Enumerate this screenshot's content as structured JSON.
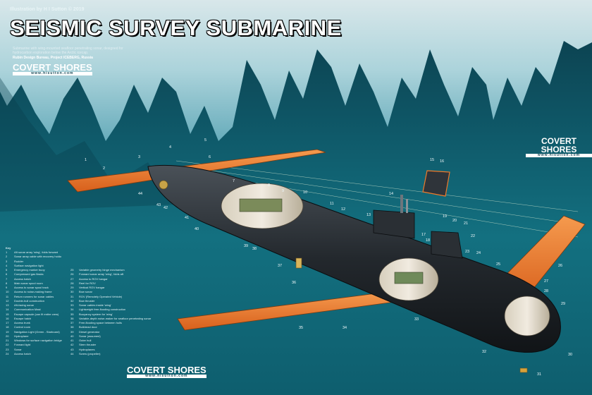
{
  "credit": "Illustration by H I Sutton © 2019",
  "title": "SEISMIC SURVEY SUBMARINE",
  "subtitle": "Submarine with wing-mounted seafloor penetrating sonar, designed for hydrocarbon exploration below the Arctic icecap.",
  "designer": "Rubin Design Bureau, Project ICEBERG, Russia",
  "logo": {
    "name": "COVERT SHORES",
    "url": "www.hisutton.com"
  },
  "key_heading": "Key",
  "key_col1": [
    {
      "n": "1",
      "t": "Aft sonar array 'wing', folds forward"
    },
    {
      "n": "2",
      "t": "Sonar array cable with recovery holdo"
    },
    {
      "n": "3",
      "t": "Rudder"
    },
    {
      "n": "4",
      "t": "Surface navigation light"
    },
    {
      "n": "5",
      "t": "Emergency marker buoy"
    },
    {
      "n": "6",
      "t": "Compressed gas flasks"
    },
    {
      "n": "7",
      "t": "Access hatch"
    },
    {
      "n": "8",
      "t": "Main sonar spool room"
    },
    {
      "n": "9",
      "t": "Access to sonar spool track"
    },
    {
      "n": "10",
      "t": "Access to noise-making frame"
    },
    {
      "n": "11",
      "t": "Return runners for sonar cables"
    },
    {
      "n": "12",
      "t": "Double-hull construction"
    },
    {
      "n": "13",
      "t": "Aft-facing sonar"
    },
    {
      "n": "14",
      "t": "Communication Mast"
    },
    {
      "n": "15",
      "t": "Escape capsule (can fit entire crew)"
    },
    {
      "n": "16",
      "t": "Escape hatch"
    },
    {
      "n": "17",
      "t": "Access trunk"
    },
    {
      "n": "18",
      "t": "Control room"
    },
    {
      "n": "19",
      "t": "Navigation Light (Green - Starboard)"
    },
    {
      "n": "20",
      "t": "Hydroplane"
    },
    {
      "n": "21",
      "t": "Windows for surface navigation bridge"
    },
    {
      "n": "22",
      "t": "Forward light"
    },
    {
      "n": "23",
      "t": "Sonar"
    },
    {
      "n": "24",
      "t": "Access hatch"
    }
  ],
  "key_col2": [
    {
      "n": "25",
      "t": "Variable geometry hinge mechanism"
    },
    {
      "n": "26",
      "t": "Forward sonar array 'wing', folds aft"
    },
    {
      "n": "27",
      "t": "Access to ROV hangar"
    },
    {
      "n": "28",
      "t": "Reel for ROV"
    },
    {
      "n": "29",
      "t": "Vertical ROV hangar"
    },
    {
      "n": "30",
      "t": "Bow sonar"
    },
    {
      "n": "31",
      "t": "ROV (Remotely Operated Vehicle)"
    },
    {
      "n": "32",
      "t": "Bow thruster"
    },
    {
      "n": "33",
      "t": "Sonar cables inside 'wing'"
    },
    {
      "n": "34",
      "t": "Lightweight free-flooding construction"
    },
    {
      "n": "35",
      "t": "Buoyancy system for 'wing'"
    },
    {
      "n": "36",
      "t": "Variable-depth noise-maker for seafloor penetrating sonar"
    },
    {
      "n": "37",
      "t": "Free-flooding space between hulls"
    },
    {
      "n": "38",
      "t": "Bulkhead door"
    },
    {
      "n": "39",
      "t": "Diesel generator"
    },
    {
      "n": "40",
      "t": "Sonar (assumed)"
    },
    {
      "n": "41",
      "t": "Outer hull"
    },
    {
      "n": "42",
      "t": "Stern thruster"
    },
    {
      "n": "43",
      "t": "Hydroplanes"
    },
    {
      "n": "44",
      "t": "Screw (propeller)"
    }
  ],
  "callout_labels": [
    "1",
    "2",
    "3",
    "4",
    "5",
    "6",
    "7",
    "8",
    "9",
    "10",
    "11",
    "12",
    "13",
    "14",
    "15",
    "16",
    "17",
    "18",
    "19",
    "20",
    "21",
    "22",
    "23",
    "24",
    "25",
    "26",
    "27",
    "28",
    "29",
    "30",
    "31",
    "32",
    "33",
    "34",
    "35",
    "36",
    "37",
    "38",
    "39",
    "40",
    "41",
    "42",
    "43",
    "44"
  ],
  "colors": {
    "water": "#0f5a6a",
    "ice": "#cfe9ee",
    "hull": "#1e2226",
    "wing": "#f07a2a",
    "title": "#ffffff"
  }
}
